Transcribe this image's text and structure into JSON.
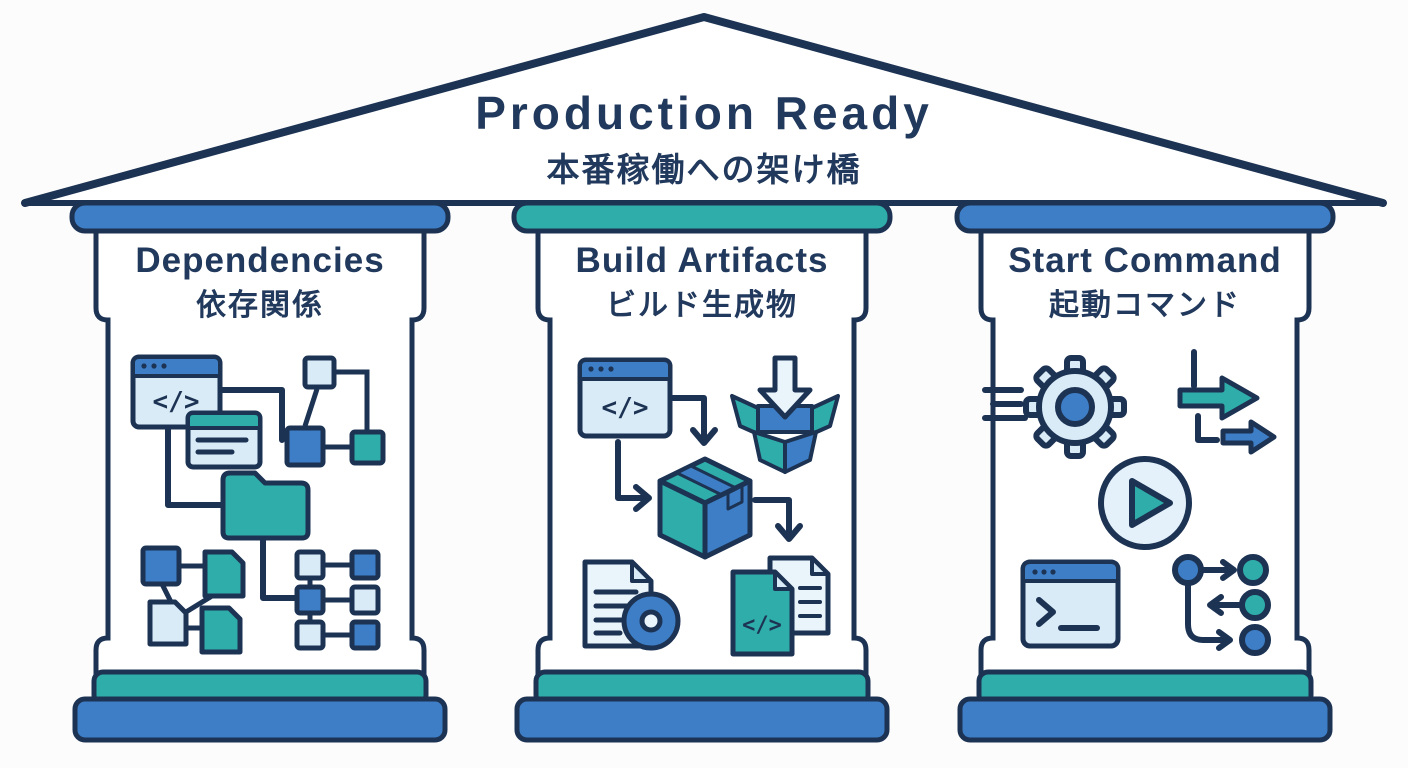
{
  "colors": {
    "navy": "#1d3354",
    "blue": "#3d7ec6",
    "teal": "#2fadab",
    "light_blue": "#d9ebf7",
    "background": "#fcfcfc",
    "white": "#ffffff"
  },
  "roof": {
    "title": "Production Ready",
    "subtitle": "本番稼働への架け橋"
  },
  "glyphs": {
    "code": "</>"
  },
  "pillars": [
    {
      "label_en": "Dependencies",
      "label_ja": "依存関係",
      "capital_color": "#3d7ec6",
      "icons": [
        "code-window-icon",
        "list-window-icon",
        "dependency-graph-icon",
        "folder-icon",
        "file-link-graph-icon",
        "module-tree-icon"
      ]
    },
    {
      "label_en": "Build Artifacts",
      "label_ja": "ビルド生成物",
      "capital_color": "#2fadab",
      "icons": [
        "code-window-icon",
        "package-open-box-icon",
        "package-box-icon",
        "document-disc-icon",
        "code-documents-icon"
      ]
    },
    {
      "label_en": "Start Command",
      "label_ja": "起動コマンド",
      "capital_color": "#3d7ec6",
      "icons": [
        "gear-icon",
        "forward-arrows-icon",
        "play-button-icon",
        "terminal-window-icon",
        "workflow-steps-icon"
      ]
    }
  ]
}
